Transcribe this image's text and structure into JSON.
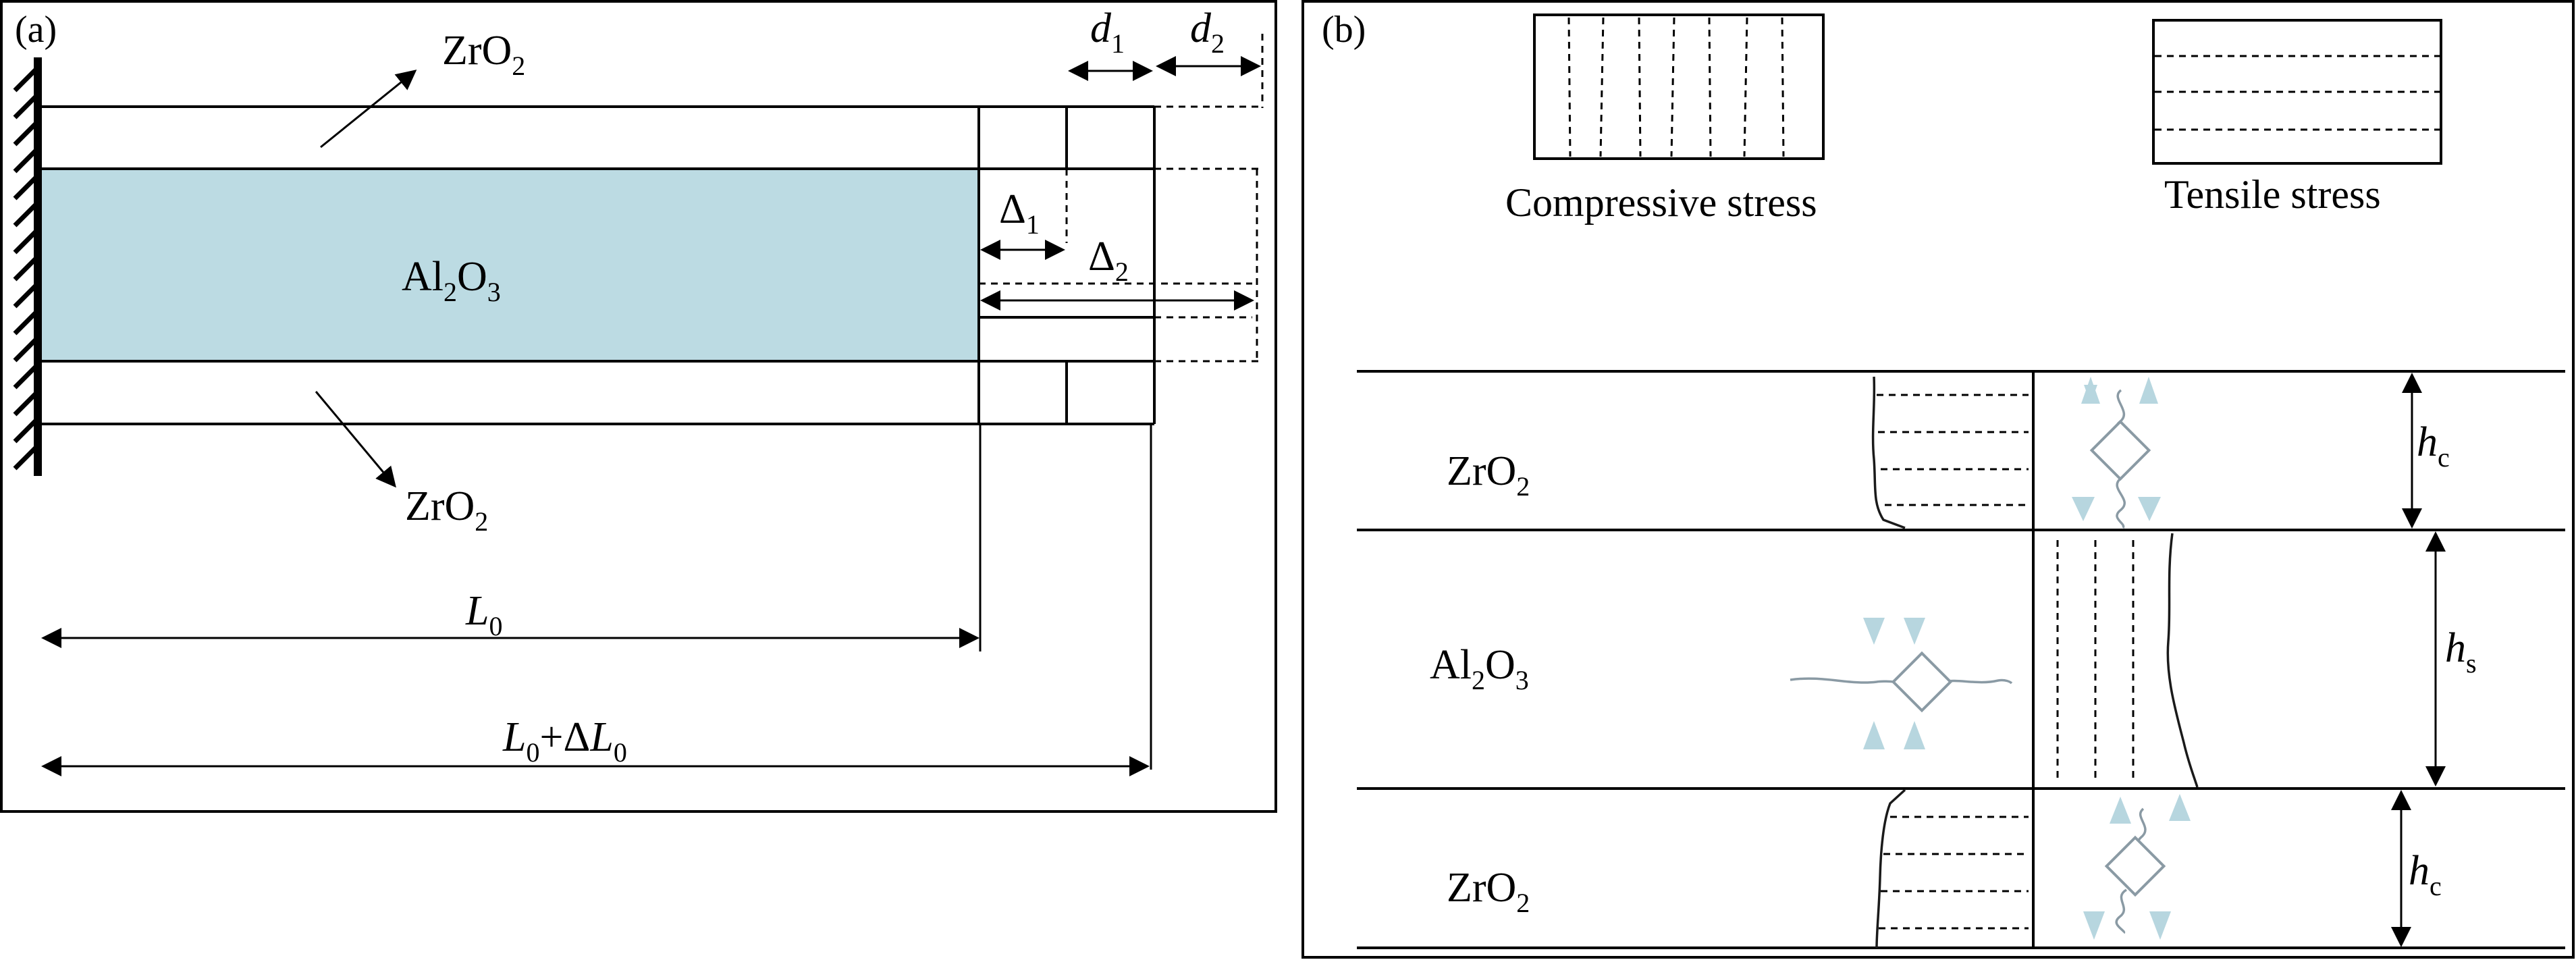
{
  "panel_a": {
    "tag": "(a)",
    "zro2_top": {
      "base": "ZrO",
      "sub": "2"
    },
    "zro2_bottom": {
      "base": "ZrO",
      "sub": "2"
    },
    "al2o3": {
      "p1": "Al",
      "s1": "2",
      "p2": "O",
      "s2": "3"
    },
    "d1": {
      "base": "d",
      "sub": "1"
    },
    "d2": {
      "base": "d",
      "sub": "2"
    },
    "delta1": {
      "base": "Δ",
      "sub": "1"
    },
    "delta2": {
      "base": "Δ",
      "sub": "2"
    },
    "l0": {
      "base": "L",
      "sub": "0"
    },
    "l0_total": {
      "base": "L",
      "sub": "0",
      "plus": "+Δ",
      "base2": "L",
      "sub2": "0"
    },
    "colors": {
      "al2o3_fill": "#bcdbe3"
    }
  },
  "panel_b": {
    "tag": "(b)",
    "compressive_caption": "Compressive stress",
    "tensile_caption": "Tensile stress",
    "zro2_top": {
      "base": "ZrO",
      "sub": "2"
    },
    "al2o3": {
      "p1": "Al",
      "s1": "2",
      "p2": "O",
      "s2": "3"
    },
    "zro2_bottom": {
      "base": "ZrO",
      "sub": "2"
    },
    "hc_top": {
      "base": "h",
      "sub": "c"
    },
    "hs": {
      "base": "h",
      "sub": "s"
    },
    "hc_bottom": {
      "base": "h",
      "sub": "c"
    },
    "colors": {
      "arrow_fill": "#b7d6df",
      "crack_color": "#8a9aa4"
    }
  }
}
